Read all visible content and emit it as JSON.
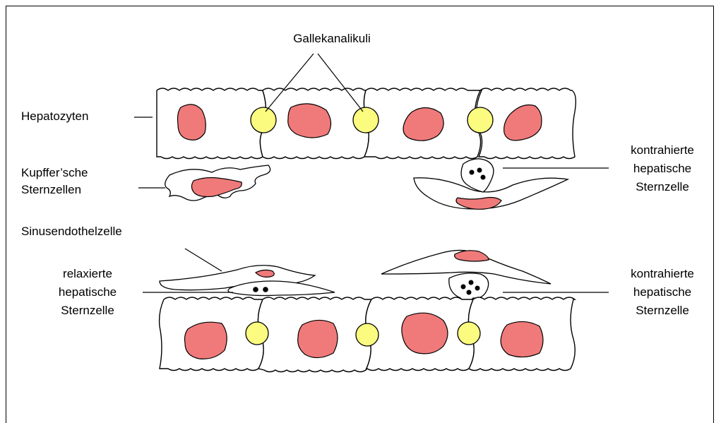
{
  "labels": {
    "canaliculi": "Gallekanalikuli",
    "hepatocytes": "Hepatozyten",
    "kupffer_1": "Kupffer’sche",
    "kupffer_2": "Sternzellen",
    "contracted_top_1": "kontrahierte",
    "contracted_top_2": "hepatische",
    "contracted_top_3": "Sternzelle",
    "sinus_endothelial": "Sinusendothelzelle",
    "relaxed_1": "relaxierte",
    "relaxed_2": "hepatische",
    "relaxed_3": "Sternzelle",
    "contracted_bottom_1": "kontrahierte",
    "contracted_bottom_2": "hepatische",
    "contracted_bottom_3": "Sternzelle"
  },
  "colors": {
    "nucleus": "#f07a7a",
    "canaliculus": "#fbfb80",
    "outline": "#000000"
  }
}
